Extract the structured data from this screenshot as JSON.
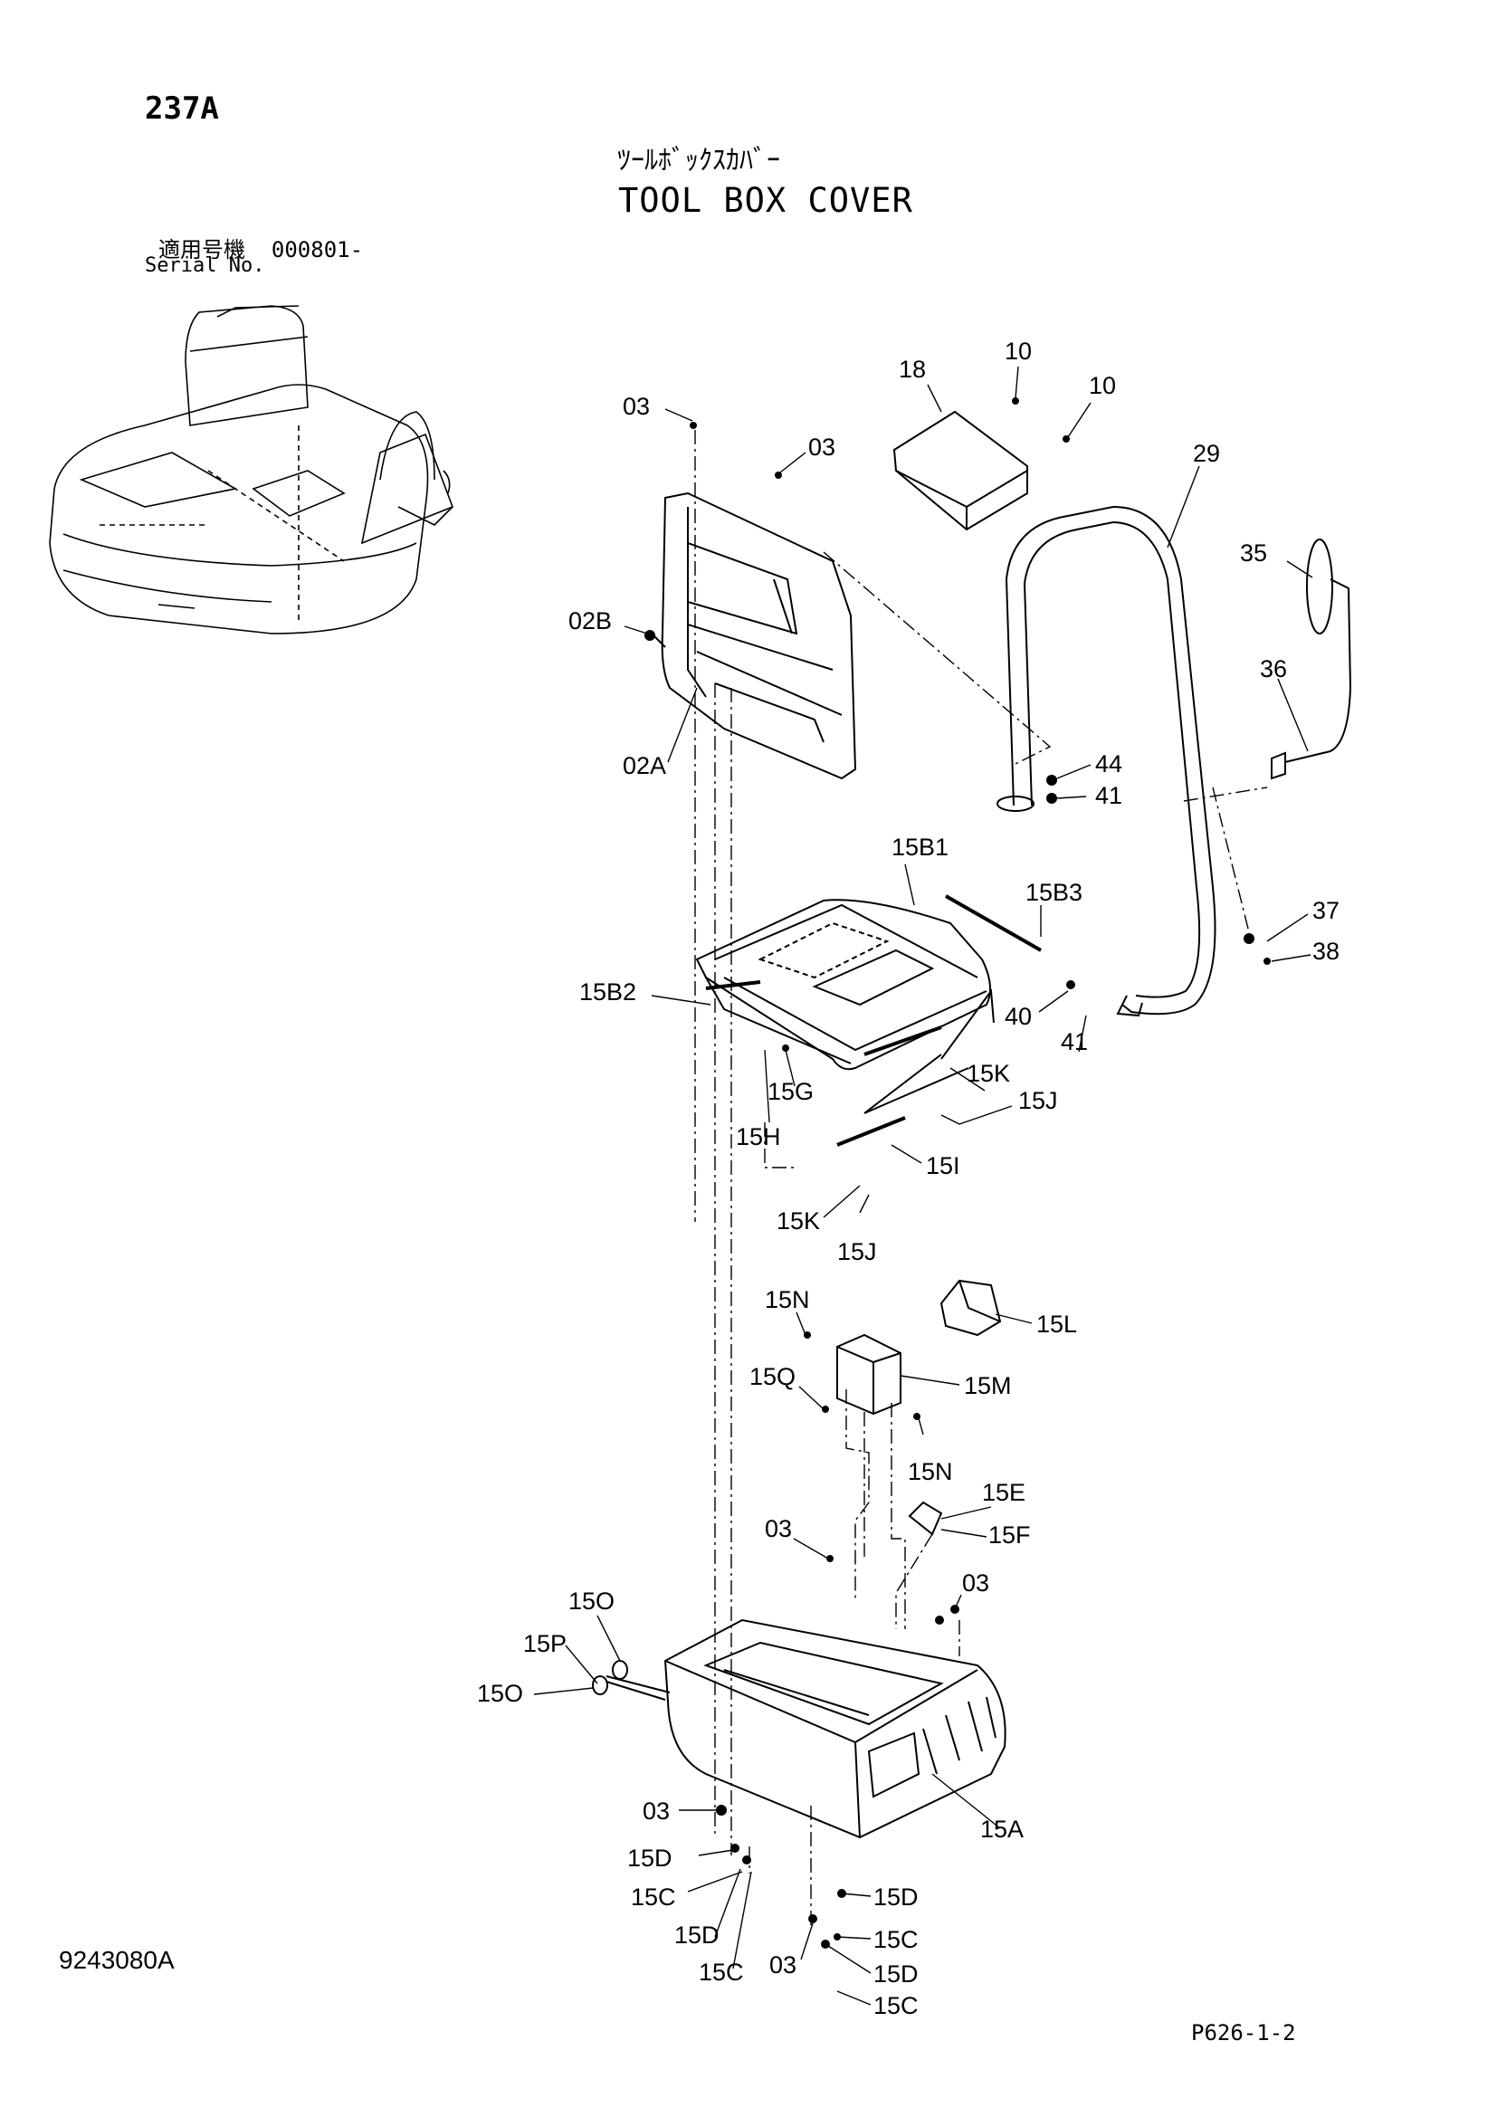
{
  "header": {
    "page_code": "237A",
    "title_jp": "ﾂｰﾙﾎﾞｯｸｽｶﾊﾞｰ",
    "title_en": "TOOL BOX COVER",
    "serial_label_jp": "適用号機",
    "serial_from": "000801-",
    "serial_label_en": "Serial No."
  },
  "footer": {
    "drawing_number": "9243080A",
    "page_ref": "P626-1-2"
  },
  "callouts": {
    "c03a": "03",
    "c03b": "03",
    "c02b": "02B",
    "c02a": "02A",
    "c18": "18",
    "c10a": "10",
    "c10b": "10",
    "c29": "29",
    "c35": "35",
    "c36": "36",
    "c44": "44",
    "c41a": "41",
    "c15b1": "15B1",
    "c15b3": "15B3",
    "c15b2": "15B2",
    "c37": "37",
    "c38": "38",
    "c40": "40",
    "c41b": "41",
    "c15g": "15G",
    "c15h": "15H",
    "c15k1": "15K",
    "c15j1": "15J",
    "c15i": "15I",
    "c15k2": "15K",
    "c15j2": "15J",
    "c15n1": "15N",
    "c15l": "15L",
    "c15q": "15Q",
    "c15m": "15M",
    "c15n2": "15N",
    "c15e": "15E",
    "c03c": "03",
    "c15f": "15F",
    "c03d": "03",
    "c15o1": "15O",
    "c15p": "15P",
    "c15o2": "15O",
    "c03e": "03",
    "c15d1": "15D",
    "c15c1": "15C",
    "c15d2": "15D",
    "c15c2": "15C",
    "c15a": "15A",
    "c15d3": "15D",
    "c15c3": "15C",
    "c03f": "03",
    "c15d4": "15D",
    "c15c4": "15C"
  }
}
